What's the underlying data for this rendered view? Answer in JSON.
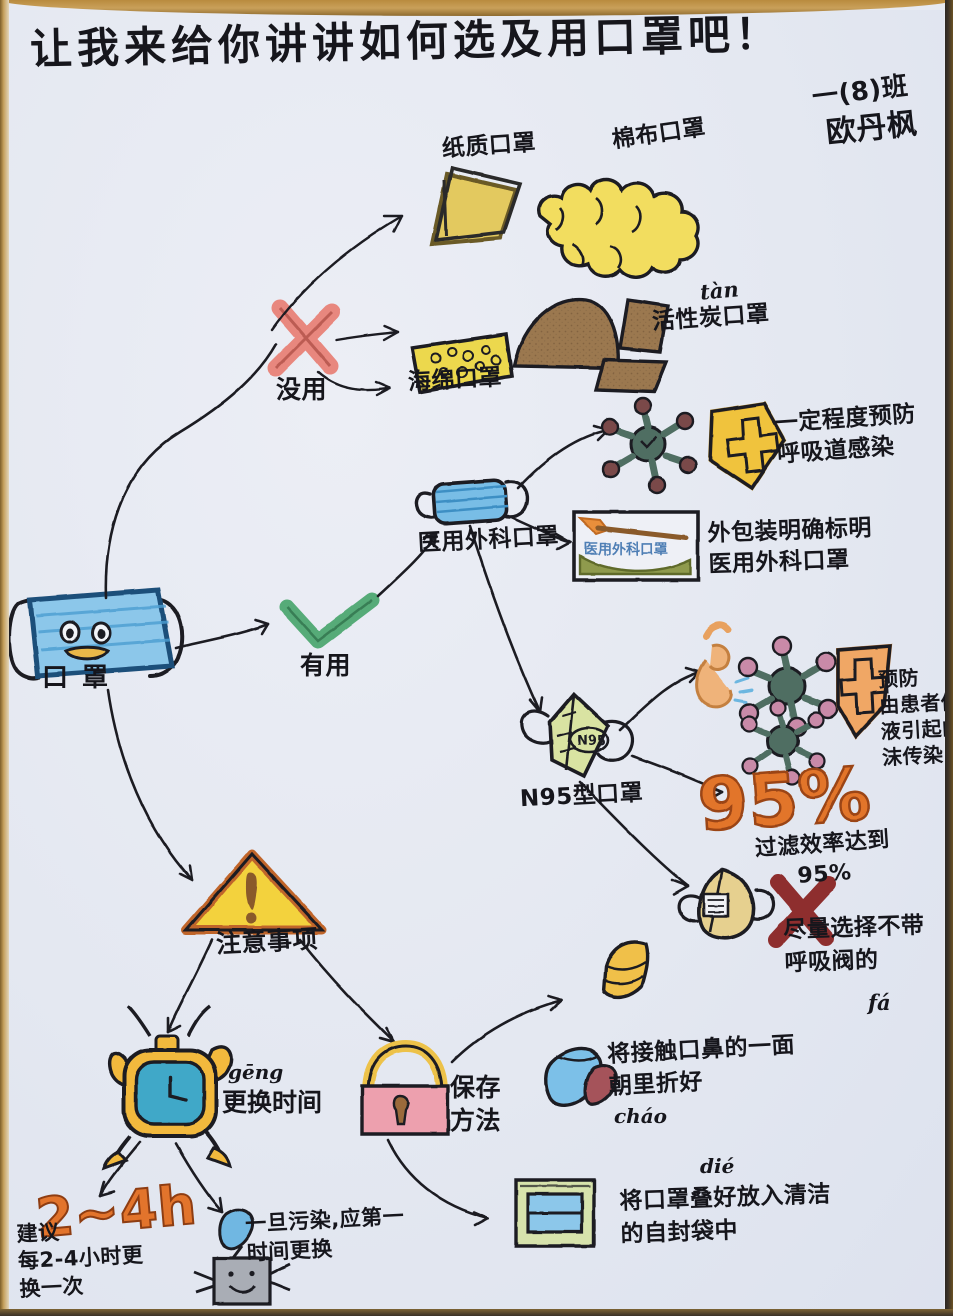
{
  "poster": {
    "title": "让我来给你讲讲如何选及用口罩吧！",
    "class_label": "一(8)班",
    "author": "欧丹枫",
    "paper_color": "#e4e8f1",
    "ink_color": "#1b1b22"
  },
  "center": {
    "node_label": "口罩",
    "mask_color": "#7cc0e8"
  },
  "branches": {
    "useless": {
      "label": "没用",
      "mark": "red-cross",
      "mark_color": "#e2766e",
      "items": [
        {
          "label": "纸质口罩",
          "color": "#e8cf63"
        },
        {
          "label": "海绵口罩",
          "color": "#ecd84e"
        },
        {
          "label": "棉布口罩",
          "color": "#f4e05a"
        },
        {
          "label": "活性炭口罩",
          "pinyin": "tàn",
          "color": "#9b7850"
        }
      ]
    },
    "useful": {
      "label": "有用",
      "mark": "green-check",
      "mark_color": "#5bb27a",
      "items": [
        {
          "label": "医用外科口罩",
          "color": "#6fb7e2",
          "notes": [
            {
              "text": "一定程度预防\n呼吸道感染",
              "icon": "shield-icon",
              "icon_color": "#f0c33c"
            },
            {
              "text": "外包装明确标明\n医用外科口罩",
              "icon": "package-box",
              "package_text": "医用外科口罩"
            }
          ]
        },
        {
          "label": "N95型口罩",
          "badge": "N95",
          "color": "#d8e2a0",
          "notes": [
            {
              "text": "预防\n由患者体\n液引起的飞\n沫传染",
              "icon": "shield-icon",
              "icon_color": "#f0a765"
            },
            {
              "big_number": "95%",
              "text": "过滤效率达到\n95%",
              "color": "#e2742c"
            },
            {
              "text": "尽量选择不带\n呼吸阀的",
              "pinyin": "fá",
              "mark": "red-cross",
              "icon": "valve-mask"
            }
          ]
        }
      ]
    },
    "precautions": {
      "label": "注意事项",
      "icon": "warning-triangle-icon",
      "icon_color": "#f3d23d",
      "items": [
        {
          "label": "更换时间",
          "pinyin": "gēng",
          "icon": "alarm-clock-icon",
          "notes": [
            {
              "big_text": "2~4h",
              "color": "#e2742c",
              "text": "建议\n每2-4小时更\n换一次"
            },
            {
              "text": "一旦污染,应第一\n时间更换",
              "icon": "dirty-mask-icon"
            }
          ]
        },
        {
          "label": "保存\n方法",
          "icon": "bag-icon",
          "notes": [
            {
              "text": "将接触口鼻的一面\n朝里折好",
              "pinyin": "cháo",
              "icon": "folded-mask-icon"
            },
            {
              "text": "将口罩叠好放入清洁\n的自封袋中",
              "pinyin": "dié",
              "icon": "ziplock-bag-icon"
            }
          ]
        }
      ]
    }
  }
}
